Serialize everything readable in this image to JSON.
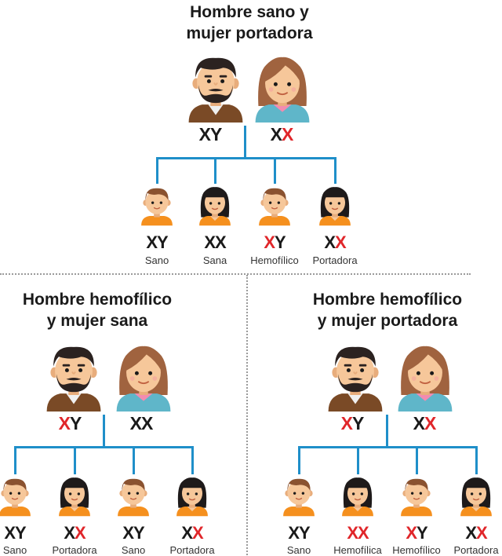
{
  "colors": {
    "tree_line": "#1f8fc9",
    "affected_chromosome": "#e0262a",
    "normal_chromosome": "#1a1a1a",
    "divider": "#9a9a9a"
  },
  "panels": [
    {
      "title_line1": "Hombre sano y",
      "title_line2": "mujer portadora",
      "father": {
        "icon": "man-icon",
        "genotype": [
          {
            "c": "X",
            "affected": false
          },
          {
            "c": "Y",
            "affected": false
          }
        ]
      },
      "mother": {
        "icon": "woman-icon",
        "genotype": [
          {
            "c": "X",
            "affected": false
          },
          {
            "c": "X",
            "affected": true
          }
        ]
      },
      "children": [
        {
          "icon": "boy-icon",
          "genotype": [
            {
              "c": "X",
              "affected": false
            },
            {
              "c": "Y",
              "affected": false
            }
          ],
          "label": "Sano"
        },
        {
          "icon": "girl-icon",
          "genotype": [
            {
              "c": "X",
              "affected": false
            },
            {
              "c": "X",
              "affected": false
            }
          ],
          "label": "Sana"
        },
        {
          "icon": "boy-icon",
          "genotype": [
            {
              "c": "X",
              "affected": true
            },
            {
              "c": "Y",
              "affected": false
            }
          ],
          "label": "Hemofílico"
        },
        {
          "icon": "girl-icon",
          "genotype": [
            {
              "c": "X",
              "affected": false
            },
            {
              "c": "X",
              "affected": true
            }
          ],
          "label": "Portadora"
        }
      ]
    },
    {
      "title_line1": "Hombre hemofílico",
      "title_line2": "y mujer sana",
      "father": {
        "icon": "man-icon",
        "genotype": [
          {
            "c": "X",
            "affected": true
          },
          {
            "c": "Y",
            "affected": false
          }
        ]
      },
      "mother": {
        "icon": "woman-icon",
        "genotype": [
          {
            "c": "X",
            "affected": false
          },
          {
            "c": "X",
            "affected": false
          }
        ]
      },
      "children": [
        {
          "icon": "boy-icon",
          "genotype": [
            {
              "c": "X",
              "affected": false
            },
            {
              "c": "Y",
              "affected": false
            }
          ],
          "label": "Sano"
        },
        {
          "icon": "girl-icon",
          "genotype": [
            {
              "c": "X",
              "affected": false
            },
            {
              "c": "X",
              "affected": true
            }
          ],
          "label": "Portadora"
        },
        {
          "icon": "boy-icon",
          "genotype": [
            {
              "c": "X",
              "affected": false
            },
            {
              "c": "Y",
              "affected": false
            }
          ],
          "label": "Sano"
        },
        {
          "icon": "girl-icon",
          "genotype": [
            {
              "c": "X",
              "affected": false
            },
            {
              "c": "X",
              "affected": true
            }
          ],
          "label": "Portadora"
        }
      ]
    },
    {
      "title_line1": "Hombre hemofílico",
      "title_line2": "y mujer portadora",
      "father": {
        "icon": "man-icon",
        "genotype": [
          {
            "c": "X",
            "affected": true
          },
          {
            "c": "Y",
            "affected": false
          }
        ]
      },
      "mother": {
        "icon": "woman-icon",
        "genotype": [
          {
            "c": "X",
            "affected": false
          },
          {
            "c": "X",
            "affected": true
          }
        ]
      },
      "children": [
        {
          "icon": "boy-icon",
          "genotype": [
            {
              "c": "X",
              "affected": false
            },
            {
              "c": "Y",
              "affected": false
            }
          ],
          "label": "Sano"
        },
        {
          "icon": "girl-icon",
          "genotype": [
            {
              "c": "X",
              "affected": true
            },
            {
              "c": "X",
              "affected": true
            }
          ],
          "label": "Hemofílica"
        },
        {
          "icon": "boy-icon",
          "genotype": [
            {
              "c": "X",
              "affected": true
            },
            {
              "c": "Y",
              "affected": false
            }
          ],
          "label": "Hemofílico"
        },
        {
          "icon": "girl-icon",
          "genotype": [
            {
              "c": "X",
              "affected": false
            },
            {
              "c": "X",
              "affected": true
            }
          ],
          "label": "Portadora"
        }
      ]
    }
  ]
}
